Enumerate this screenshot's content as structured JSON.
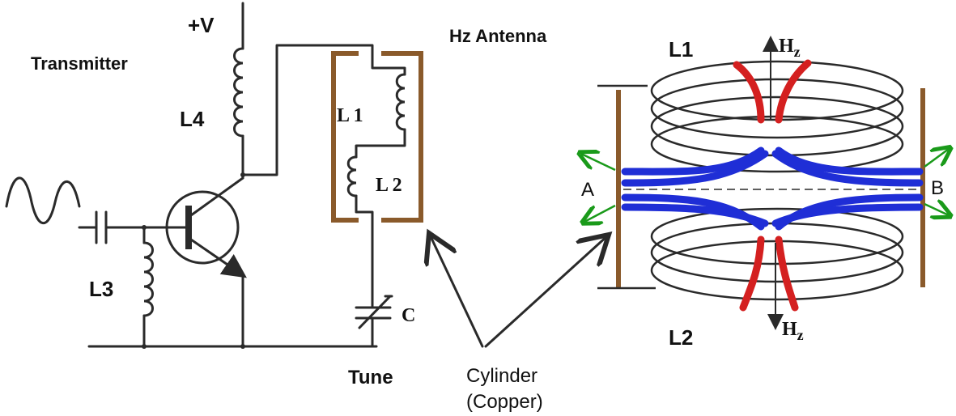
{
  "labels": {
    "supply": "+V",
    "transmitter": "Transmitter",
    "l4": "L4",
    "l3": "L3",
    "antenna_title": "Hz Antenna",
    "l1_schematic": "L 1",
    "l2_schematic": "L 2",
    "capacitor": "C",
    "tune": "Tune",
    "cylinder_line1": "Cylinder",
    "cylinder_line2": "(Copper)",
    "l1_coil": "L1",
    "l2_coil": "L2",
    "side_a": "A",
    "side_b": "B",
    "hz_top_h": "H",
    "hz_top_sub": "z",
    "hz_bottom_h": "H",
    "hz_bottom_sub": "z"
  },
  "colors": {
    "wire": "#2a2a2a",
    "copper": "#8a5a2b",
    "field_blue": "#1f2ed6",
    "field_red": "#d42020",
    "arrow_green": "#1a9a1a"
  }
}
